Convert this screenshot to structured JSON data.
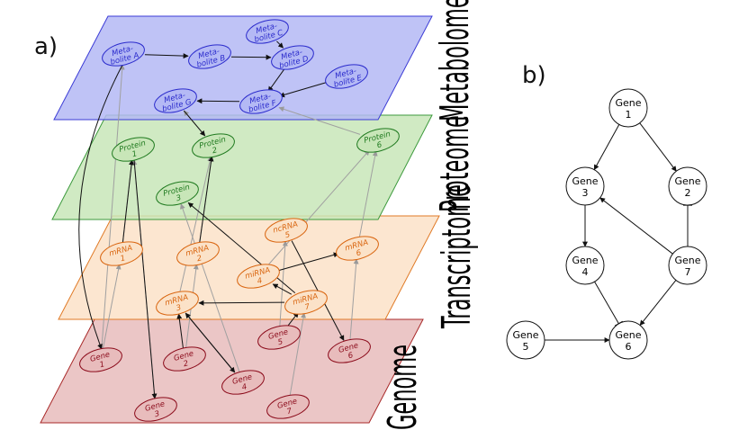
{
  "panels": {
    "a": "a)",
    "b": "b)"
  },
  "layers": {
    "metabolome": {
      "title": "Metabolome",
      "fill": "#b4b9f5",
      "stroke": "#3b3bd6",
      "node_color": "#2b2bcc"
    },
    "proteome": {
      "title": "Proteome",
      "fill": "#c8e6b8",
      "stroke": "#3c9a3c",
      "node_color": "#1f7a1f"
    },
    "transcriptome": {
      "title": "Transcriptome",
      "fill": "#fbe2c8",
      "stroke": "#e07a26",
      "node_color": "#d9650f"
    },
    "genome": {
      "title": "Genome",
      "fill": "#e8bcbc",
      "stroke": "#a82828",
      "node_color": "#8b0a1a"
    }
  },
  "nodes": {
    "metA": [
      "Meta-",
      "bolite A"
    ],
    "metB": [
      "Meta-",
      "bolite B"
    ],
    "metC": [
      "Meta-",
      "bolite C"
    ],
    "metD": [
      "Meta-",
      "bolite D"
    ],
    "metE": [
      "Meta-",
      "bolite E"
    ],
    "metF": [
      "Meta-",
      "bolite F"
    ],
    "metG": [
      "Meta-",
      "bolite G"
    ],
    "p1": [
      "Protein",
      "1"
    ],
    "p2": [
      "Protein",
      "2"
    ],
    "p3": [
      "Protein",
      "3"
    ],
    "p6": [
      "Protein",
      "6"
    ],
    "m1": [
      "mRNA",
      "1"
    ],
    "m2": [
      "mRNA",
      "2"
    ],
    "m3": [
      "mRNA",
      "3"
    ],
    "mi4": [
      "miRNA",
      "4"
    ],
    "nc5": [
      "ncRNA",
      "5"
    ],
    "m6": [
      "mRNA",
      "6"
    ],
    "mi7": [
      "miRNA",
      "7"
    ],
    "g1": [
      "Gene",
      "1"
    ],
    "g2": [
      "Gene",
      "2"
    ],
    "g3": [
      "Gene",
      "3"
    ],
    "g4": [
      "Gene",
      "4"
    ],
    "g5": [
      "Gene",
      "5"
    ],
    "g6": [
      "Gene",
      "6"
    ],
    "g7": [
      "Gene",
      "7"
    ]
  },
  "network": {
    "nodes": {
      "n1": [
        "Gene",
        "1"
      ],
      "n2": [
        "Gene",
        "2"
      ],
      "n3": [
        "Gene",
        "3"
      ],
      "n4": [
        "Gene",
        "4"
      ],
      "n5": [
        "Gene",
        "5"
      ],
      "n6": [
        "Gene",
        "6"
      ],
      "n7": [
        "Gene",
        "7"
      ]
    },
    "edges": [
      {
        "from": "n1",
        "to": "n3",
        "type": "activation"
      },
      {
        "from": "n1",
        "to": "n2",
        "type": "activation"
      },
      {
        "from": "n3",
        "to": "n4",
        "type": "activation"
      },
      {
        "from": "n7",
        "to": "n3",
        "type": "activation"
      },
      {
        "from": "n7",
        "to": "n2",
        "type": "inhibition"
      },
      {
        "from": "n7",
        "to": "n6",
        "type": "activation"
      },
      {
        "from": "n4",
        "to": "n6",
        "type": "inhibition"
      },
      {
        "from": "n5",
        "to": "n6",
        "type": "activation"
      }
    ]
  }
}
